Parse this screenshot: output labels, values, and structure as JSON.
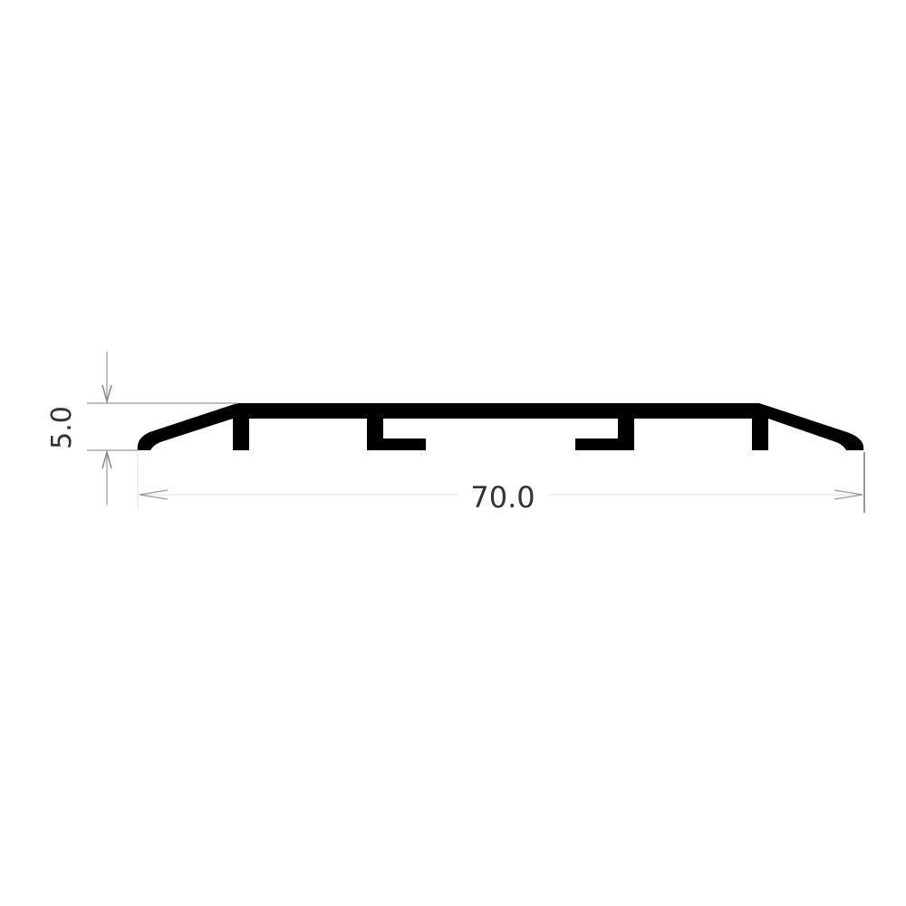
{
  "drawing": {
    "type": "profile-cross-section",
    "profile_color": "#000000",
    "dimension_line_color": "#bbbbbb",
    "text_color": "#333333"
  },
  "dimensions": {
    "height": {
      "label": "5.0",
      "orientation": "vertical"
    },
    "width": {
      "label": "70.0",
      "orientation": "horizontal"
    }
  }
}
